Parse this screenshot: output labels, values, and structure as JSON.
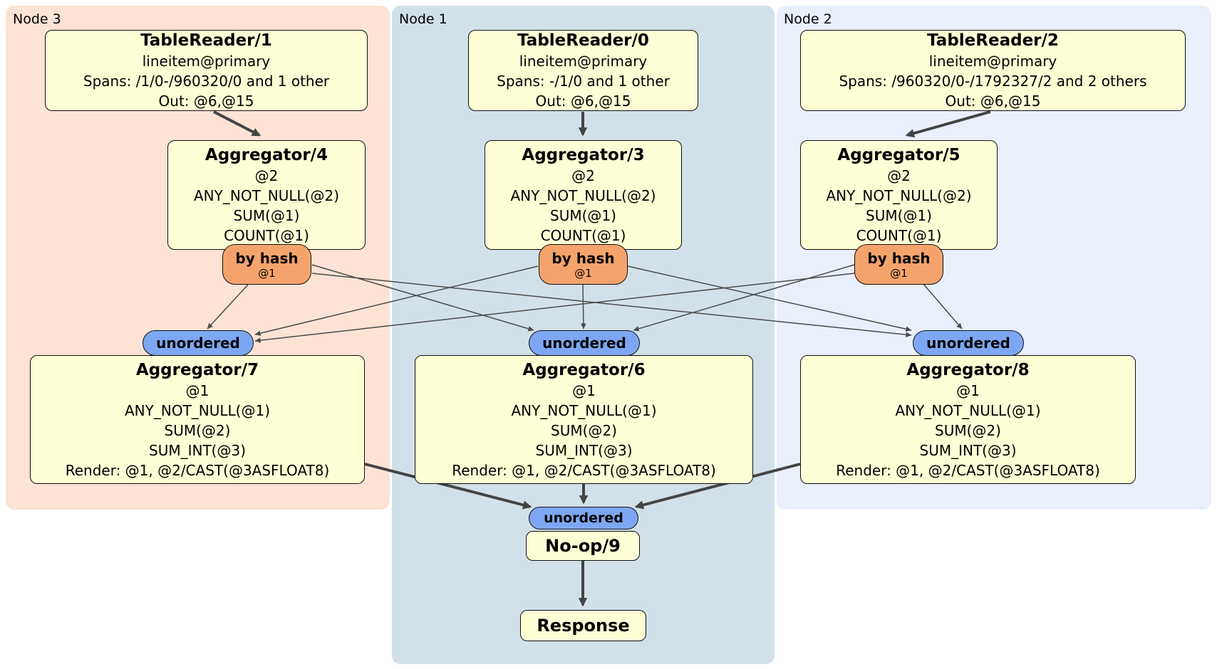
{
  "colors": {
    "region_node3": "#fce3d5",
    "region_node1": "#d2e0e9",
    "region_node2": "#e9effb",
    "processor_fill": "#ffffd5",
    "router_fill": "#f5a36c",
    "sync_fill": "#7da7f2",
    "edge_thin": "#4c4c4c",
    "edge_thick": "#444444"
  },
  "regions": {
    "node3": {
      "label": "Node 3"
    },
    "node1": {
      "label": "Node 1"
    },
    "node2": {
      "label": "Node 2"
    }
  },
  "processors": {
    "tablereader1": {
      "title": "TableReader/1",
      "lines": [
        "lineitem@primary",
        "Spans: /1/0-/960320/0 and 1 other",
        "Out: @6,@15"
      ]
    },
    "tablereader0": {
      "title": "TableReader/0",
      "lines": [
        "lineitem@primary",
        "Spans: -/1/0 and 1 other",
        "Out: @6,@15"
      ]
    },
    "tablereader2": {
      "title": "TableReader/2",
      "lines": [
        "lineitem@primary",
        "Spans: /960320/0-/1792327/2 and 2 others",
        "Out: @6,@15"
      ]
    },
    "aggregator4": {
      "title": "Aggregator/4",
      "lines": [
        "@2",
        "ANY_NOT_NULL(@2)",
        "SUM(@1)",
        "COUNT(@1)"
      ]
    },
    "aggregator3": {
      "title": "Aggregator/3",
      "lines": [
        "@2",
        "ANY_NOT_NULL(@2)",
        "SUM(@1)",
        "COUNT(@1)"
      ]
    },
    "aggregator5": {
      "title": "Aggregator/5",
      "lines": [
        "@2",
        "ANY_NOT_NULL(@2)",
        "SUM(@1)",
        "COUNT(@1)"
      ]
    },
    "aggregator7": {
      "title": "Aggregator/7",
      "lines": [
        "@1",
        "ANY_NOT_NULL(@1)",
        "SUM(@2)",
        "SUM_INT(@3)",
        "Render: @1, @2/CAST(@3ASFLOAT8)"
      ]
    },
    "aggregator6": {
      "title": "Aggregator/6",
      "lines": [
        "@1",
        "ANY_NOT_NULL(@1)",
        "SUM(@2)",
        "SUM_INT(@3)",
        "Render: @1, @2/CAST(@3ASFLOAT8)"
      ]
    },
    "aggregator8": {
      "title": "Aggregator/8",
      "lines": [
        "@1",
        "ANY_NOT_NULL(@1)",
        "SUM(@2)",
        "SUM_INT(@3)",
        "Render: @1, @2/CAST(@3ASFLOAT8)"
      ]
    },
    "noop9": {
      "title": "No-op/9"
    },
    "response": {
      "title": "Response"
    }
  },
  "routers": {
    "byhash4": {
      "label": "by hash",
      "detail": "@1"
    },
    "byhash3": {
      "label": "by hash",
      "detail": "@1"
    },
    "byhash5": {
      "label": "by hash",
      "detail": "@1"
    }
  },
  "synchronizers": {
    "unordered7": {
      "label": "unordered"
    },
    "unordered6": {
      "label": "unordered"
    },
    "unordered8": {
      "label": "unordered"
    },
    "unordered9": {
      "label": "unordered"
    }
  }
}
